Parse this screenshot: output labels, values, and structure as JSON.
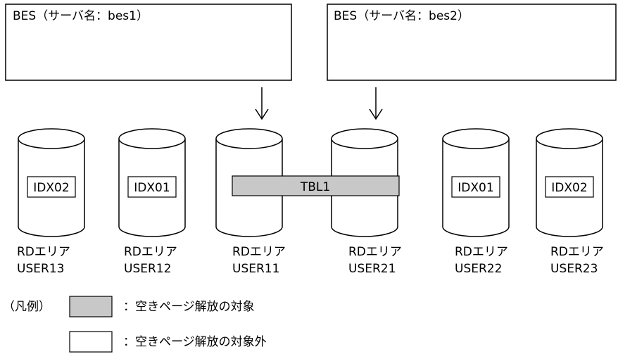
{
  "servers": [
    {
      "label": "BES（サーバ名：bes1）"
    },
    {
      "label": "BES（サーバ名：bes2）"
    }
  ],
  "rdareas": [
    {
      "line1": "RDエリア",
      "line2": "USER13",
      "content": "IDX02",
      "target": false
    },
    {
      "line1": "RDエリア",
      "line2": "USER12",
      "content": "IDX01",
      "target": false
    },
    {
      "line1": "RDエリア",
      "line2": "USER11",
      "content": "",
      "target": true
    },
    {
      "line1": "RDエリア",
      "line2": "USER21",
      "content": "",
      "target": true
    },
    {
      "line1": "RDエリア",
      "line2": "USER22",
      "content": "IDX01",
      "target": false
    },
    {
      "line1": "RDエリア",
      "line2": "USER23",
      "content": "IDX02",
      "target": false
    }
  ],
  "table": {
    "label": "TBL1",
    "target": true
  },
  "legend": {
    "title": "（凡例）",
    "items": [
      {
        "text": "：空きページ解放の対象",
        "fill": "#c8c8c8"
      },
      {
        "text": "：空きページ解放の対象外",
        "fill": "#ffffff"
      }
    ]
  },
  "colors": {
    "target_fill": "#c8c8c8",
    "line": "#000000",
    "background": "#ffffff"
  }
}
